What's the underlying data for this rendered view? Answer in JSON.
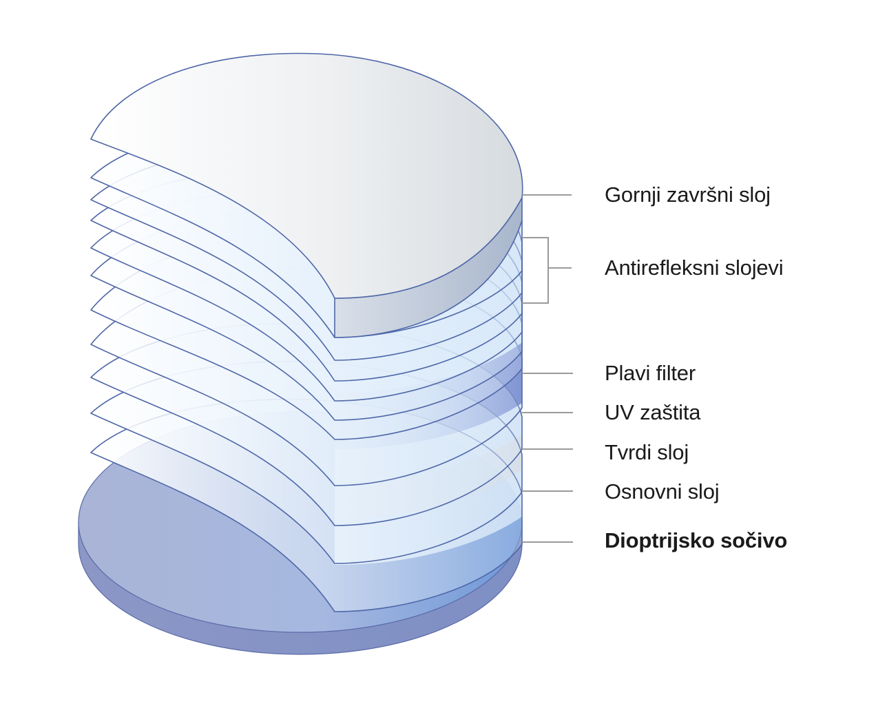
{
  "labels": {
    "top_coat": "Gornji završni sloj",
    "anti_reflective": "Antirefleksni slojevi",
    "blue_filter": "Plavi filter",
    "uv_protection": "UV zaštita",
    "hard_coat": "Tvrdi sloj",
    "base_layer": "Osnovni sloj",
    "lens": "Dioptrijsko sočivo"
  },
  "colors": {
    "outline": "#4f67a8",
    "leader_line": "#9a9a9a",
    "top_coat": "#cfd3da",
    "anti_reflective": "#dce9f7",
    "blue_filter": "#6f86cc",
    "lens": "#8e9fd0"
  }
}
